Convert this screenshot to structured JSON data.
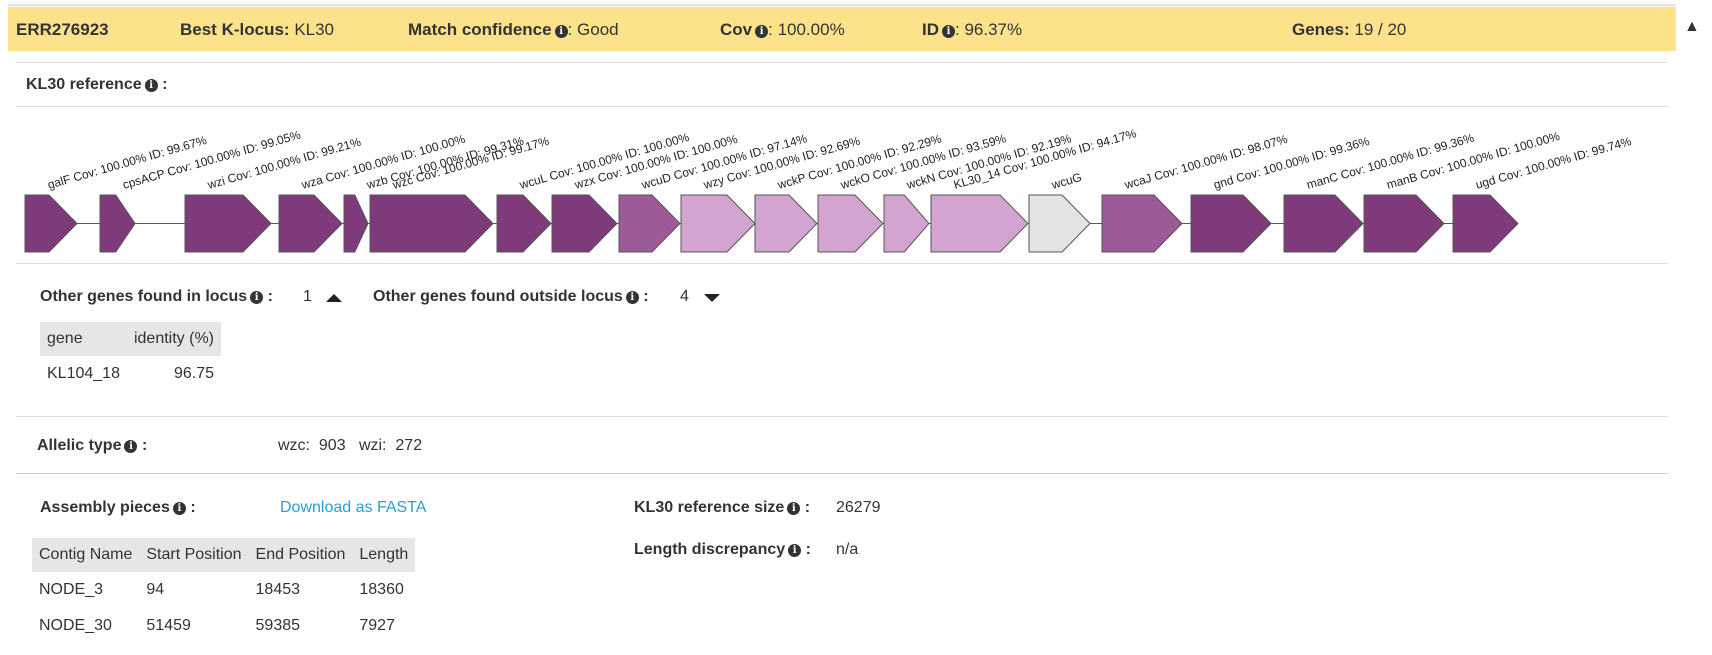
{
  "header": {
    "sample": "ERR276923",
    "best_k_locus_label": "Best K-locus:",
    "best_k_locus": "KL30",
    "match_confidence_label": "Match confidence",
    "match_confidence": ": Good",
    "cov_label": "Cov",
    "cov": ": 100.00%",
    "id_label": "ID",
    "id": ": 96.37%",
    "genes_label": "Genes:",
    "genes": "19 / 20",
    "collapse_icon": "caret-up-icon"
  },
  "reference": {
    "title": "KL30 reference",
    "suffix": ":"
  },
  "genes": [
    {
      "label": "galF Cov: 100.00% ID: 99.67%",
      "color": "#7e3a7b"
    },
    {
      "label": "cpsACP Cov: 100.00% ID: 99.05%",
      "color": "#7e3a7b"
    },
    {
      "label": "wzi Cov: 100.00% ID: 99.21%",
      "color": "#7e3a7b"
    },
    {
      "label": "wza Cov: 100.00% ID: 100.00%",
      "color": "#7e3a7b"
    },
    {
      "label": "wzb Cov: 100.00% ID: 99.31%",
      "color": "#7e3a7b"
    },
    {
      "label": "wzc Cov: 100.00% ID: 99.17%",
      "color": "#7e3a7b"
    },
    {
      "label": "wcuL Cov: 100.00% ID: 100.00%",
      "color": "#7e3a7b"
    },
    {
      "label": "wzx Cov: 100.00% ID: 100.00%",
      "color": "#7e3a7b"
    },
    {
      "label": "wcuD Cov: 100.00% ID: 97.14%",
      "color": "#9c5b98"
    },
    {
      "label": "wzy Cov: 100.00% ID: 92.69%",
      "color": "#d4a4d1"
    },
    {
      "label": "wckP Cov: 100.00% ID: 92.29%",
      "color": "#d4a4d1"
    },
    {
      "label": "wckO Cov: 100.00% ID: 93.59%",
      "color": "#d4a4d1"
    },
    {
      "label": "wckN Cov: 100.00% ID: 92.19%",
      "color": "#d4a4d1"
    },
    {
      "label": "KL30_14 Cov: 100.00% ID: 94.17%",
      "color": "#d4a4d1"
    },
    {
      "label": "wcuG",
      "color": "#e3e3e3"
    },
    {
      "label": "wcaJ Cov: 100.00% ID: 98.07%",
      "color": "#9c5b98"
    },
    {
      "label": "gnd Cov: 100.00% ID: 99.36%",
      "color": "#7e3a7b"
    },
    {
      "label": "manC Cov: 100.00% ID: 99.36%",
      "color": "#7e3a7b"
    },
    {
      "label": "manB Cov: 100.00% ID: 100.00%",
      "color": "#7e3a7b"
    },
    {
      "label": "ugd Cov: 100.00% ID: 99.74%",
      "color": "#7e3a7b"
    }
  ],
  "other_in_locus": {
    "label": "Other genes found in locus",
    "sep": ":",
    "count": "1",
    "toggle_icon": "triangle-up-icon",
    "headers": [
      "gene",
      "identity (%)"
    ],
    "rows": [
      [
        "KL104_18",
        "96.75"
      ]
    ]
  },
  "other_outside_locus": {
    "label": "Other genes found outside locus",
    "sep": ":",
    "count": "4",
    "toggle_icon": "triangle-down-icon"
  },
  "allelic": {
    "label": "Allelic type",
    "sep": ":",
    "wzc_label": "wzc:",
    "wzc": "903",
    "wzi_label": "wzi:",
    "wzi": "272"
  },
  "assembly": {
    "label": "Assembly pieces",
    "sep": ":",
    "download": "Download as FASTA",
    "headers": [
      "Contig Name",
      "Start Position",
      "End Position",
      "Length"
    ],
    "rows": [
      [
        "NODE_3",
        "94",
        "18453",
        "18360"
      ],
      [
        "NODE_30",
        "51459",
        "59385",
        "7927"
      ]
    ]
  },
  "ref_size": {
    "label": "KL30 reference size",
    "sep": ":",
    "value": "26279"
  },
  "length_discrepancy": {
    "label": "Length discrepancy",
    "sep": ":",
    "value": "n/a"
  },
  "info_icon": "i"
}
